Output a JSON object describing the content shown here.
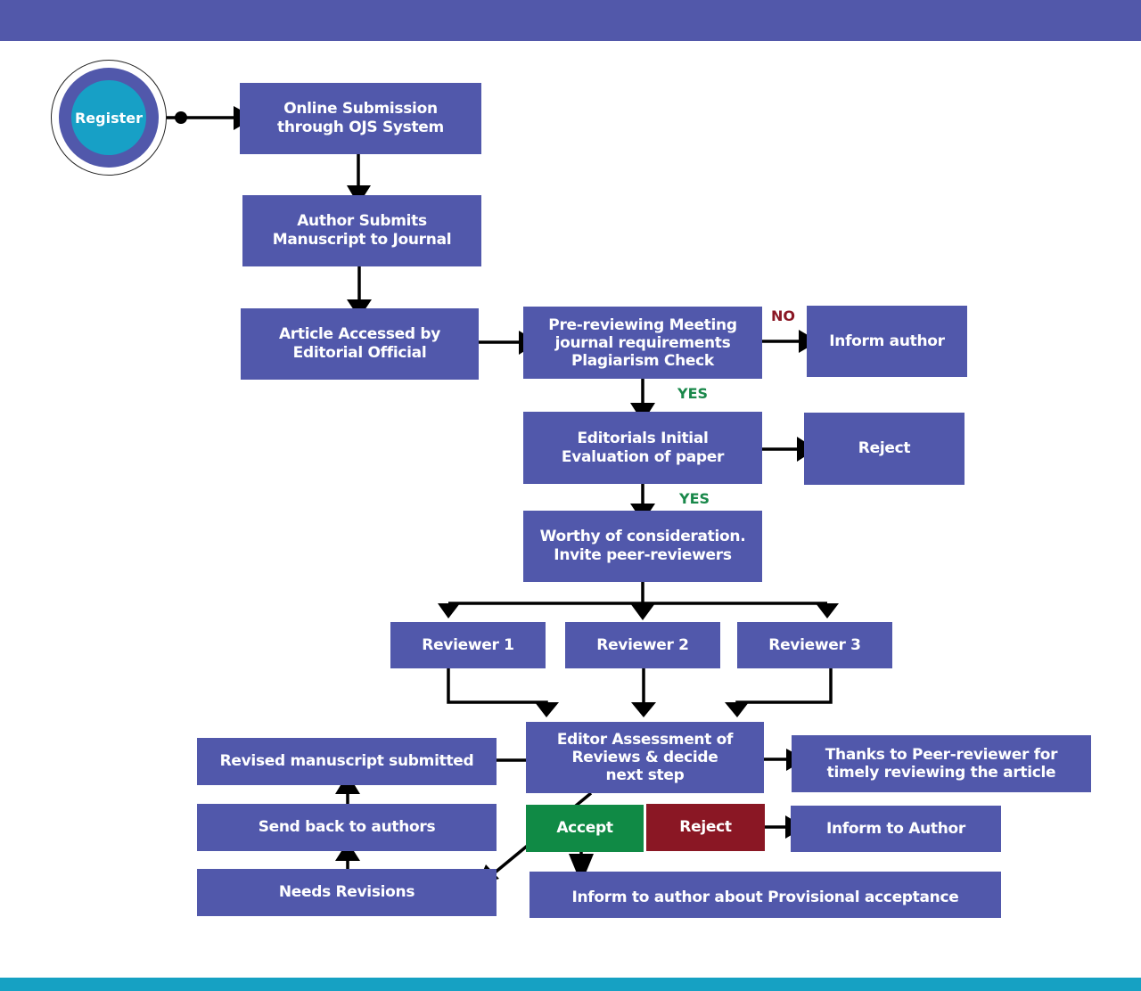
{
  "colors": {
    "box": "#5158ab",
    "top_bar": "#5258aa",
    "bottom_bar": "#16a1c3",
    "register_inner": "#17a0c6",
    "accept": "#108a45",
    "reject": "#8a1724",
    "yes_text": "#19884a",
    "no_text": "#8a1724"
  },
  "start": {
    "label": "Register"
  },
  "nodes": {
    "online_submission": "Online Submission\nthrough OJS System",
    "author_submits": "Author Submits\nManuscript to Journal",
    "article_accessed": "Article Accessed by\nEditorial Official",
    "pre_reviewing": "Pre-reviewing Meeting\njournal requirements\nPlagiarism Check",
    "inform_author": "Inform author",
    "initial_evaluation": "Editorials Initial\nEvaluation of paper",
    "reject_initial": "Reject",
    "worthy": "Worthy of consideration.\nInvite peer-reviewers",
    "reviewer_1": "Reviewer 1",
    "reviewer_2": "Reviewer 2",
    "reviewer_3": "Reviewer 3",
    "editor_assessment": "Editor Assessment of\nReviews & decide\nnext step",
    "thanks_reviewer": "Thanks to Peer-reviewer for\ntimely reviewing the article",
    "accept": "Accept",
    "reject_final": "Reject",
    "inform_to_author": "Inform to Author",
    "provisional_acceptance": "Inform to author about Provisional acceptance",
    "revised_manuscript": "Revised manuscript submitted",
    "send_back": "Send back to authors",
    "needs_revisions": "Needs Revisions"
  },
  "edge_labels": {
    "no": "NO",
    "yes_1": "YES",
    "yes_2": "YES"
  }
}
